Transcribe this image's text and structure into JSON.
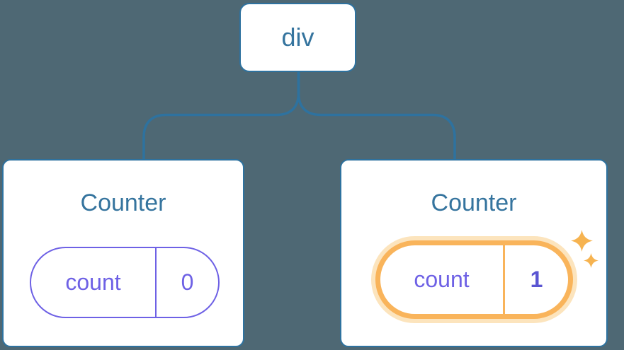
{
  "diagram": {
    "description": "React component tree diagram: a div root node with two Counter children, each holding a count state pill; the second Counter's state is highlighted with sparkles",
    "root": {
      "label": "div"
    },
    "children": [
      {
        "title": "Counter",
        "state": {
          "key": "count",
          "value": "0"
        },
        "highlighted": false
      },
      {
        "title": "Counter",
        "state": {
          "key": "count",
          "value": "1"
        },
        "highlighted": true
      }
    ]
  },
  "icons": {
    "sparkle_big": "sparkle-icon",
    "sparkle_small": "sparkle-icon"
  },
  "colors": {
    "bg": "#4e6874",
    "line": "#2e729f",
    "card-border": "#2e729f",
    "card-bg": "#ffffff",
    "title": "#35749e",
    "purple": "#6e61e5",
    "purple-bold": "#5a55d2",
    "orange": "#f9b45b",
    "orange-halo": "#fce4bd"
  }
}
